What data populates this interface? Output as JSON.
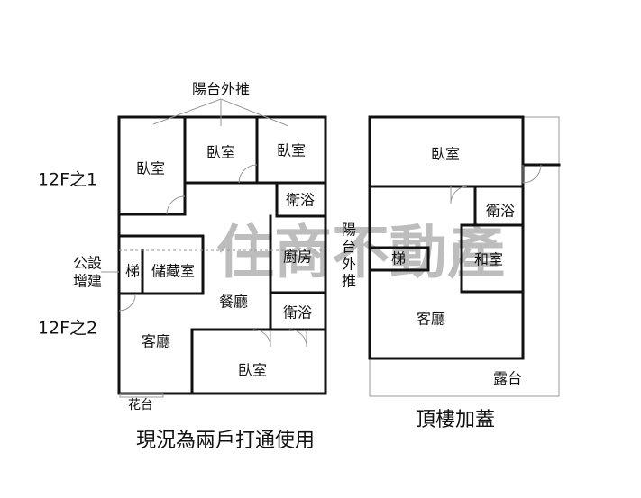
{
  "watermark": "住商不動產",
  "left_plan": {
    "unit_labels": [
      "12F之1",
      "12F之2"
    ],
    "balcony_note": "陽台外推",
    "public_addition": [
      "公設",
      "增建"
    ],
    "rooms": {
      "bedroom_a": "臥室",
      "bedroom_b": "臥室",
      "bedroom_c": "臥室",
      "bath_1": "衛浴",
      "kitchen": "廚房",
      "stair": "梯",
      "storage": "儲藏室",
      "dining": "餐廳",
      "bath_2": "衛浴",
      "living": "客廳",
      "bedroom_d": "臥室",
      "planter": "花台"
    },
    "caption": "現況為兩戶打通使用"
  },
  "right_plan": {
    "balcony_note": [
      "陽",
      "台",
      "外",
      "推"
    ],
    "rooms": {
      "bedroom": "臥室",
      "bath": "衛浴",
      "stair": "梯",
      "japanese_room": "和室",
      "living": "客廳",
      "terrace": "露台"
    },
    "caption": "頂樓加蓋"
  }
}
